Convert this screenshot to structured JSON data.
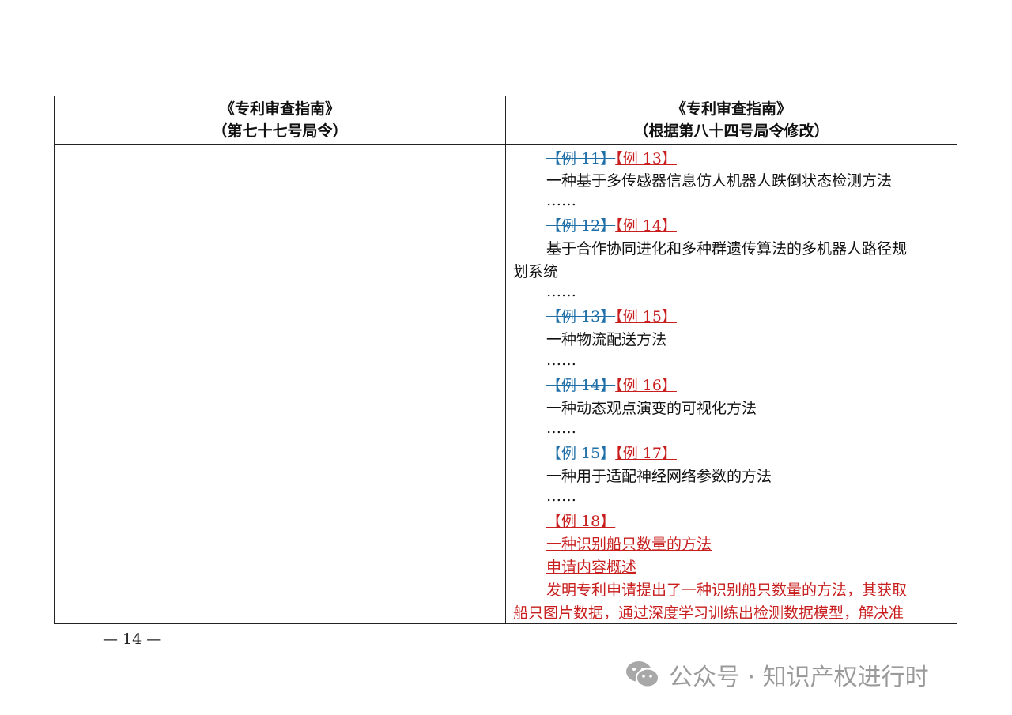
{
  "table": {
    "header_left": {
      "title": "《专利审查指南》",
      "subtitle": "（第七十七号局令）"
    },
    "header_right": {
      "title": "《专利审查指南》",
      "subtitle": "（根据第八十四号局令修改）"
    }
  },
  "right_column": {
    "ex1_old": "【例 11】",
    "ex1_new": "【例 13】",
    "ex1_title": "一种基于多传感器信息仿人机器人跌倒状态检测方法",
    "ellipsis1": "……",
    "ex2_old": "【例 12】",
    "ex2_new": "【例 14】",
    "ex2_title_line1": "基于合作协同进化和多种群遗传算法的多机器人路径规",
    "ex2_title_line2": "划系统",
    "ellipsis2": "……",
    "ex3_old": "【例 13】",
    "ex3_new": "【例 15】",
    "ex3_title": "一种物流配送方法",
    "ellipsis3": "……",
    "ex4_old": "【例 14】",
    "ex4_new": "【例 16】",
    "ex4_title": "一种动态观点演变的可视化方法",
    "ellipsis4": "……",
    "ex5_old": "【例 15】",
    "ex5_new": "【例 17】",
    "ex5_title": "一种用于适配神经网络参数的方法",
    "ellipsis5": "……",
    "ex6_new": "【例 18】",
    "ex6_title": "一种识别船只数量的方法",
    "ex6_heading": "申请内容概述",
    "ex6_para_line1": "发明专利申请提出了一种识别船只数量的方法，其获取",
    "ex6_para_line2": "船只图片数据，通过深度学习训练出检测数据模型，解决准"
  },
  "footer": {
    "page_number": "— 14 —"
  },
  "watermark": {
    "text": "公众号 · 知识产权进行时",
    "icon": "wechat-icon"
  },
  "colors": {
    "deleted": "#1f6fa8",
    "added": "#c81e1e"
  }
}
